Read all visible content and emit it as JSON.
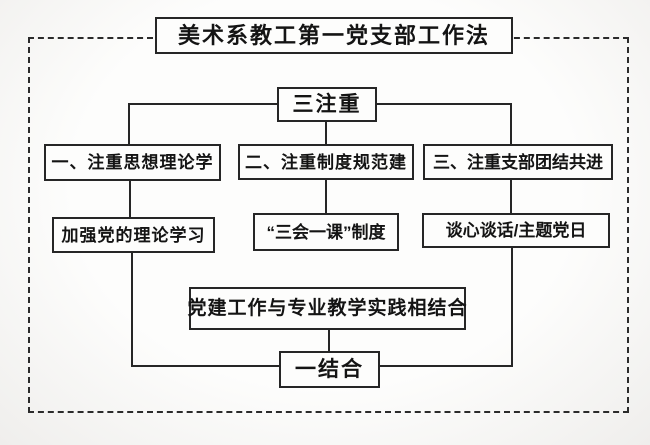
{
  "diagram": {
    "title": "美术系教工第一党支部工作法",
    "root": {
      "label": "三注重"
    },
    "branches": [
      {
        "label": "一、注重思想理论学",
        "detail": "加强党的理论学习"
      },
      {
        "label": "二、注重制度规范建",
        "detail": "“三会一课”制度"
      },
      {
        "label": "三、注重支部团结共进",
        "detail": "谈心谈话/主题党日"
      }
    ],
    "integration": {
      "label": "党建工作与专业教学实践相结合"
    },
    "bottom": {
      "label": "一结合"
    },
    "colors": {
      "line": "#262626",
      "box_border": "#262626",
      "text": "#141414",
      "background": "#f5f4f2"
    }
  }
}
